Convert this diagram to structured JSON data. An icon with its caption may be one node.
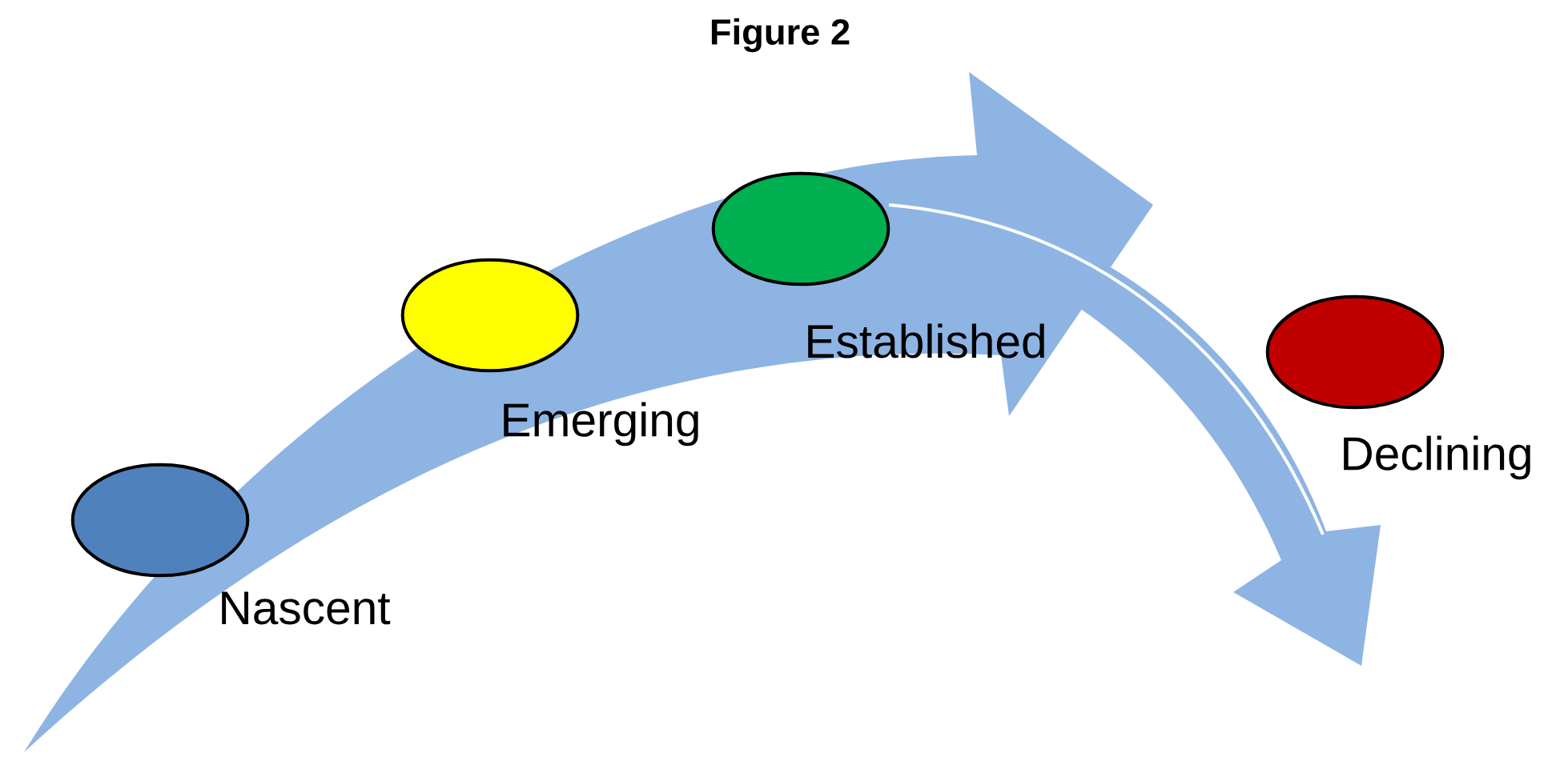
{
  "diagram": {
    "title": "Figure 2",
    "nodes": [
      {
        "text": [
          "Nascent"
        ]
      },
      {
        "text": [
          "Emerging"
        ]
      },
      {
        "text": [
          "Established"
        ]
      },
      {
        "text": [
          "Declining"
        ]
      }
    ]
  }
}
